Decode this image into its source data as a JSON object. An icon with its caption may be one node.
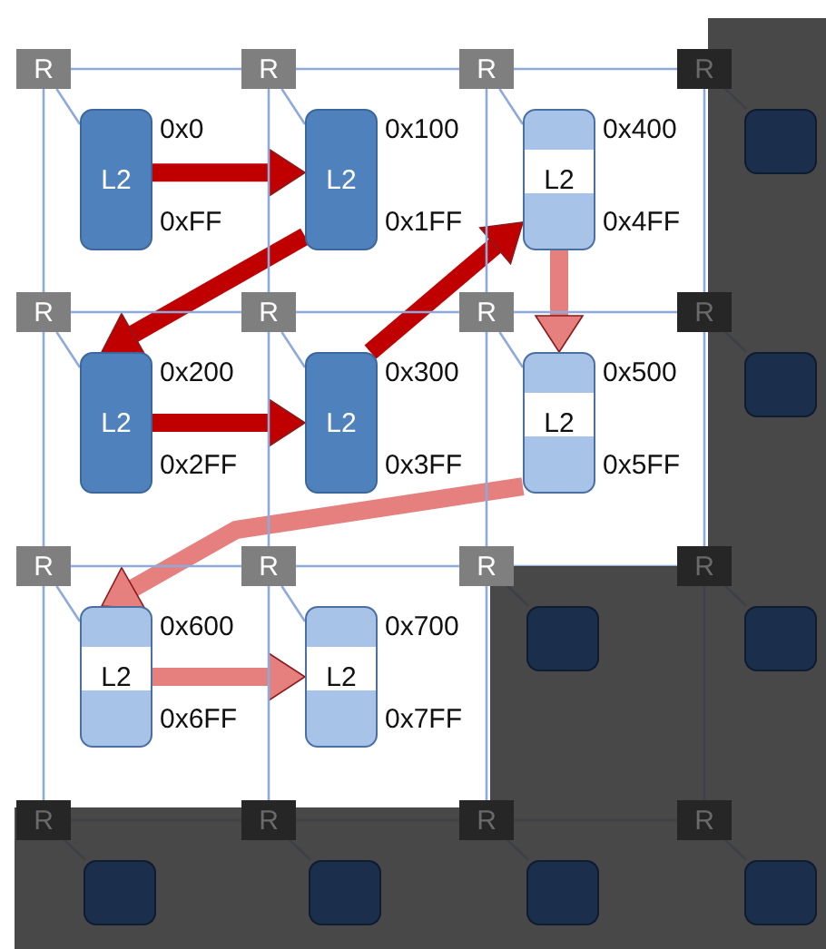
{
  "diagram": {
    "nodes": [
      {
        "text": [
          "R"
        ]
      },
      {
        "text": [
          "R"
        ]
      },
      {
        "text": [
          "R"
        ]
      },
      {
        "text": [
          "R"
        ]
      },
      {
        "text": [
          "L2"
        ],
        "beside": [
          "0x0",
          "0xFF"
        ]
      },
      {
        "text": [
          "L2"
        ],
        "beside": [
          "0x100",
          "0x1FF"
        ]
      },
      {
        "text": [
          "L2"
        ],
        "beside": [
          "0x400",
          "0x4FF"
        ]
      },
      {
        "text": [],
        "shape": "box"
      },
      {
        "text": [
          "R"
        ]
      },
      {
        "text": [
          "R"
        ]
      },
      {
        "text": [
          "R"
        ]
      },
      {
        "text": [
          "R"
        ]
      },
      {
        "text": [
          "L2"
        ],
        "beside": [
          "0x200",
          "0x2FF"
        ]
      },
      {
        "text": [
          "L2"
        ],
        "beside": [
          "0x300",
          "0x3FF"
        ]
      },
      {
        "text": [
          "L2"
        ],
        "beside": [
          "0x500",
          "0x5FF"
        ]
      },
      {
        "text": [],
        "shape": "box"
      },
      {
        "text": [
          "R"
        ]
      },
      {
        "text": [
          "R"
        ]
      },
      {
        "text": [
          "R"
        ]
      },
      {
        "text": [
          "R"
        ]
      },
      {
        "text": [
          "L2"
        ],
        "beside": [
          "0x600",
          "0x6FF"
        ]
      },
      {
        "text": [
          "L2"
        ],
        "beside": [
          "0x700",
          "0x7FF"
        ]
      },
      {
        "text": [],
        "shape": "box"
      },
      {
        "text": [],
        "shape": "box"
      },
      {
        "text": [
          "R"
        ]
      },
      {
        "text": [
          "R"
        ]
      },
      {
        "text": [
          "R"
        ]
      },
      {
        "text": [
          "R"
        ]
      },
      {
        "text": [],
        "shape": "box"
      },
      {
        "text": [],
        "shape": "box"
      },
      {
        "text": [],
        "shape": "box"
      },
      {
        "text": [],
        "shape": "box"
      }
    ],
    "edges": [
      {
        "from": 4,
        "to": 5,
        "arrow": "to",
        "style": "thick",
        "color": "#c00000"
      },
      {
        "from": 5,
        "to": 12,
        "arrow": "to",
        "style": "thick",
        "color": "#c00000"
      },
      {
        "from": 12,
        "to": 13,
        "arrow": "to",
        "style": "thick",
        "color": "#c00000"
      },
      {
        "from": 13,
        "to": 6,
        "arrow": "to",
        "style": "thick",
        "color": "#c00000"
      },
      {
        "from": 6,
        "to": 14,
        "arrow": "to",
        "style": "thick",
        "color": "#e6807f"
      },
      {
        "from": 14,
        "to": 20,
        "arrow": "to",
        "style": "thick",
        "color": "#e6807f"
      },
      {
        "from": 20,
        "to": 21,
        "arrow": "to",
        "style": "thick",
        "color": "#e6807f"
      },
      {
        "from": 0,
        "to": 1,
        "arrow": "none"
      },
      {
        "from": 1,
        "to": 2,
        "arrow": "none"
      },
      {
        "from": 2,
        "to": 3,
        "arrow": "none"
      },
      {
        "from": 8,
        "to": 9,
        "arrow": "none"
      },
      {
        "from": 9,
        "to": 10,
        "arrow": "none"
      },
      {
        "from": 10,
        "to": 11,
        "arrow": "none"
      },
      {
        "from": 16,
        "to": 17,
        "arrow": "none"
      },
      {
        "from": 17,
        "to": 18,
        "arrow": "none"
      },
      {
        "from": 18,
        "to": 19,
        "arrow": "none"
      },
      {
        "from": 24,
        "to": 25,
        "arrow": "none"
      },
      {
        "from": 25,
        "to": 26,
        "arrow": "none"
      },
      {
        "from": 26,
        "to": 27,
        "arrow": "none"
      },
      {
        "from": 0,
        "to": 8,
        "arrow": "none"
      },
      {
        "from": 8,
        "to": 16,
        "arrow": "none"
      },
      {
        "from": 16,
        "to": 24,
        "arrow": "none"
      },
      {
        "from": 1,
        "to": 9,
        "arrow": "none"
      },
      {
        "from": 9,
        "to": 17,
        "arrow": "none"
      },
      {
        "from": 17,
        "to": 25,
        "arrow": "none"
      },
      {
        "from": 2,
        "to": 10,
        "arrow": "none"
      },
      {
        "from": 10,
        "to": 18,
        "arrow": "none"
      },
      {
        "from": 18,
        "to": 26,
        "arrow": "none"
      },
      {
        "from": 3,
        "to": 11,
        "arrow": "none"
      },
      {
        "from": 11,
        "to": 19,
        "arrow": "none"
      },
      {
        "from": 19,
        "to": 27,
        "arrow": "none"
      },
      {
        "from": 0,
        "to": 4,
        "arrow": "none"
      },
      {
        "from": 1,
        "to": 5,
        "arrow": "none"
      },
      {
        "from": 2,
        "to": 6,
        "arrow": "none"
      },
      {
        "from": 3,
        "to": 7,
        "arrow": "none"
      },
      {
        "from": 8,
        "to": 12,
        "arrow": "none"
      },
      {
        "from": 9,
        "to": 13,
        "arrow": "none"
      },
      {
        "from": 10,
        "to": 14,
        "arrow": "none"
      },
      {
        "from": 11,
        "to": 15,
        "arrow": "none"
      },
      {
        "from": 16,
        "to": 20,
        "arrow": "none"
      },
      {
        "from": 17,
        "to": 21,
        "arrow": "none"
      },
      {
        "from": 18,
        "to": 22,
        "arrow": "none"
      },
      {
        "from": 19,
        "to": 23,
        "arrow": "none"
      },
      {
        "from": 24,
        "to": 28,
        "arrow": "none"
      },
      {
        "from": 25,
        "to": 29,
        "arrow": "none"
      },
      {
        "from": 26,
        "to": 30,
        "arrow": "none"
      },
      {
        "from": 27,
        "to": 31,
        "arrow": "none"
      }
    ]
  }
}
